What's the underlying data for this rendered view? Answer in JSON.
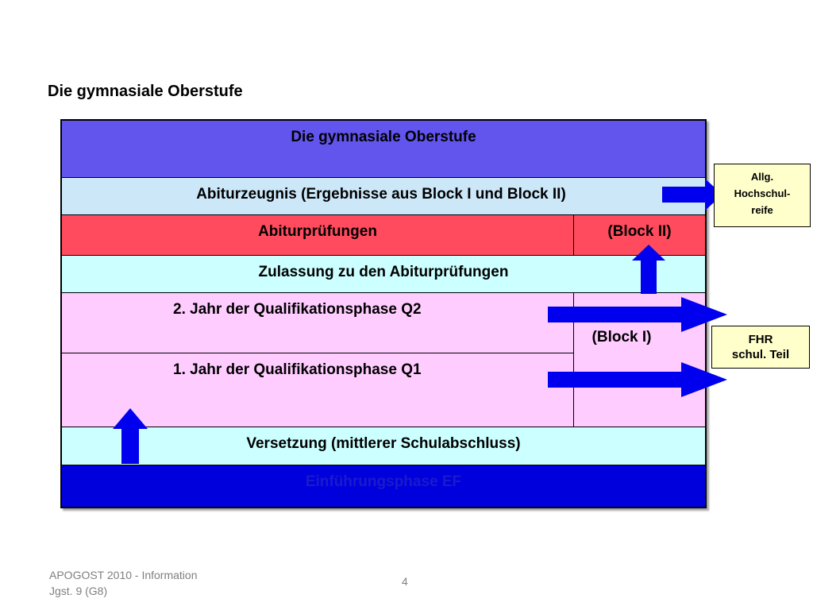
{
  "slide": {
    "title": "Die gymnasiale Oberstufe"
  },
  "diagram": {
    "header": "Die gymnasiale Oberstufe",
    "abiturzeugnis": "Abiturzeugnis (Ergebnisse aus Block I und Block II)",
    "abiturpruefungen": "Abiturprüfungen",
    "block_ii": "(Block II)",
    "zulassung": "Zulassung zu den Abiturprüfungen",
    "q2": "2. Jahr der Qualifikationsphase Q2",
    "q1": "1. Jahr der Qualifikationsphase Q1",
    "block_i": "(Block I)",
    "versetzung": "Versetzung (mittlerer Schulabschluss)",
    "einfuehrung": "Einführungsphase EF"
  },
  "side_boxes": {
    "hochschulreife": [
      "Allg.",
      "Hochschul-",
      "reife"
    ],
    "fhr": [
      "FHR",
      "schul. Teil"
    ]
  },
  "footer": {
    "left_line1": "APOGOST 2010 - Information",
    "left_line2": "Jgst. 9 (G8)",
    "page_number": "4"
  },
  "colors": {
    "header_band": "#6255ee",
    "abiturzeugnis_band": "#cce8f8",
    "pruefungen_band": "#ff4b5d",
    "light_cyan_band": "#ccffff",
    "pink_band": "#ffccff",
    "ef_band": "#0000dd",
    "ef_text": "#1a1acc",
    "arrow": "#0000ee",
    "side_box": "#ffffcc"
  }
}
